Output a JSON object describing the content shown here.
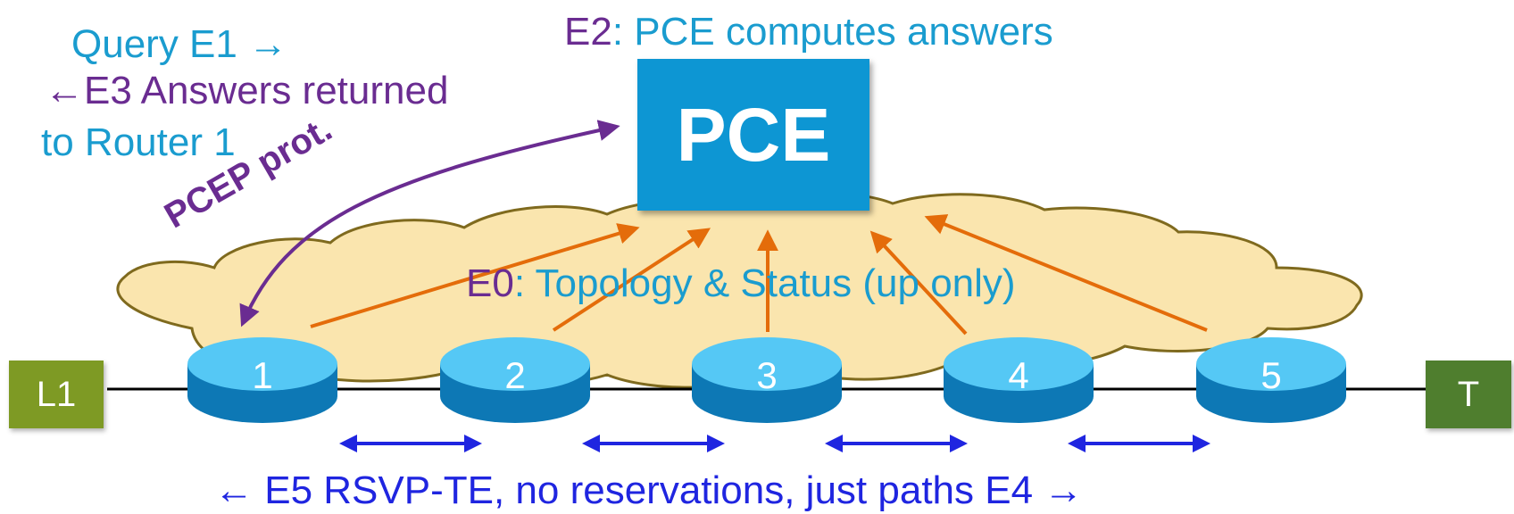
{
  "labels": {
    "query": "Query E1 →",
    "answers": "←E3  Answers returned",
    "to_router": "to Router 1",
    "e2_prefix": "E2",
    "e2_rest": ": PCE computes answers",
    "pcep": "PCEP prot.",
    "e0_prefix": "E0",
    "e0_rest": ": Topology & Status (up only)",
    "bottom": "← E5 RSVP-TE, no reservations, just paths E4 →"
  },
  "pce": {
    "label": "PCE"
  },
  "routers": [
    "1",
    "2",
    "3",
    "4",
    "5"
  ],
  "endpoints": {
    "left": "L1",
    "right": "T"
  },
  "colors": {
    "cyan": "#1A9CCF",
    "purple": "#6A2C91",
    "orange": "#E46C0A",
    "blue": "#1F25E0",
    "cloud_fill": "#FAE5AE",
    "cloud_stroke": "#7F6A1E",
    "router_top": "#55C8F5",
    "router_side": "#0D78B5",
    "left_endpoint": "#7E9A24",
    "right_endpoint": "#4F7E2E",
    "pce_box": "#0D96D3"
  }
}
